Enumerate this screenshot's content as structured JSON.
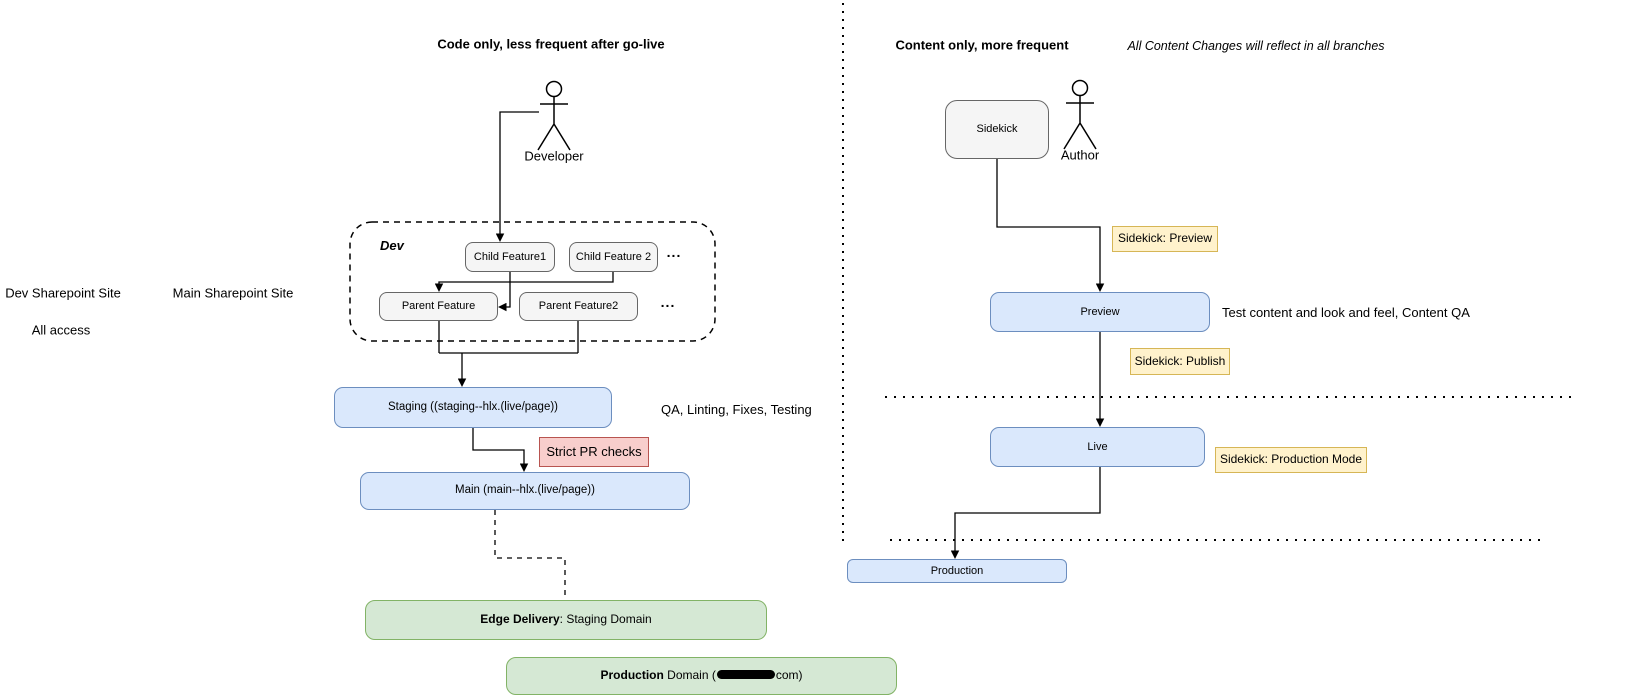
{
  "diagram": {
    "left": {
      "title": "Code only, less frequent after go-live",
      "developer_label": "Developer",
      "sharepoint": {
        "dev_site": "Dev Sharepoint Site",
        "main_site": "Main Sharepoint Site",
        "access": "All access"
      },
      "dev_group": {
        "label": "Dev",
        "child_feature1": "Child Feature1",
        "child_feature2": "Child Feature 2",
        "children_ellipsis": "...",
        "parent_feature": "Parent Feature",
        "parent_feature2": "Parent Feature2",
        "parents_ellipsis": "..."
      },
      "staging_label": "Staging ((staging--hlx.(live/page))",
      "qa_note": "QA, Linting, Fixes, Testing",
      "strict_pr_label": "Strict PR checks",
      "main_label": "Main (main--hlx.(live/page))",
      "edge_delivery": {
        "bold": "Edge Delivery",
        "rest": ": Staging Domain"
      },
      "production_domain": {
        "bold": "Production",
        "mid": " Domain (",
        "suffix": "com)",
        "redacted": true
      }
    },
    "right": {
      "title": "Content only, more frequent",
      "note": "All Content Changes will reflect in all branches",
      "sidekick_label": "Sidekick",
      "author_label": "Author",
      "sidekick_preview": "Sidekick: Preview",
      "preview_label": "Preview",
      "test_note": "Test content and look and feel, Content QA",
      "sidekick_publish": "Sidekick: Publish",
      "live_label": "Live",
      "sidekick_production_mode": "Sidekick: Production Mode",
      "production_label": "Production"
    },
    "colors": {
      "blue_fill": "#dae8fc",
      "blue_stroke": "#6c8ebf",
      "green_fill": "#d5e8d4",
      "green_stroke": "#82b366",
      "red_fill": "#f8cecc",
      "red_stroke": "#b85450",
      "yellow_fill": "#fff2cc",
      "yellow_stroke": "#d6b656",
      "gray_fill": "#f5f5f5",
      "gray_stroke": "#666666"
    }
  }
}
